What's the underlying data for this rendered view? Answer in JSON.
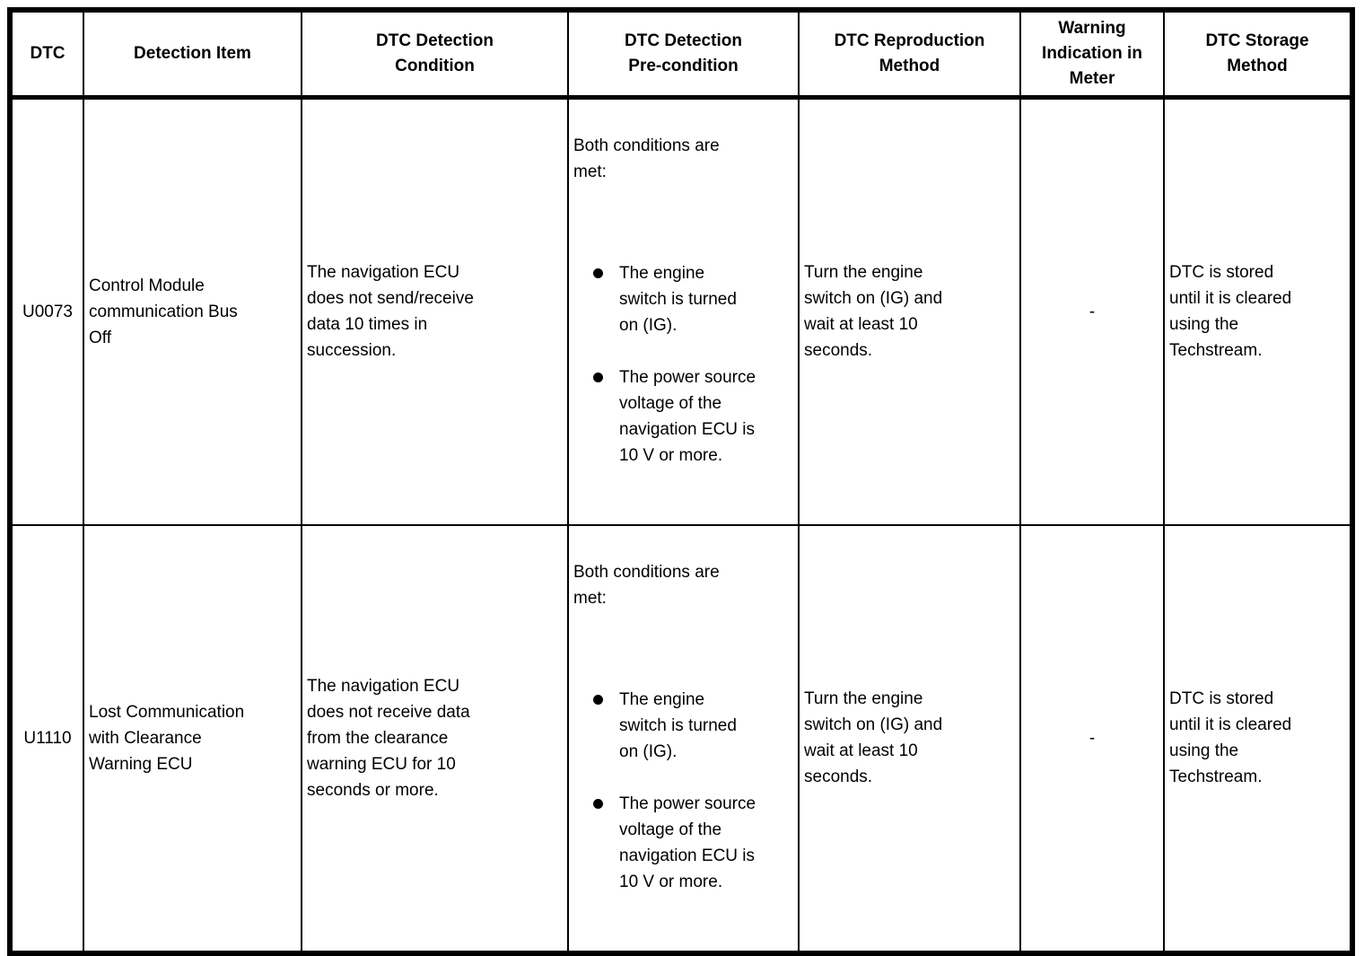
{
  "table": {
    "headers": [
      "DTC",
      "Detection Item",
      "DTC Detection\nCondition",
      "DTC Detection\nPre-condition",
      "DTC Reproduction\nMethod",
      "Warning\nIndication in\nMeter",
      "DTC Storage\nMethod"
    ],
    "rows": [
      {
        "dtc": "U0073",
        "detection_item": "Control Module\ncommunication Bus\nOff",
        "detection_condition": "The navigation ECU\ndoes not send/receive\ndata 10 times in\nsuccession.",
        "pre_condition_intro": "Both conditions are\nmet:",
        "pre_condition_bullets": [
          "The engine\nswitch is turned\non (IG).",
          "The power source\nvoltage of the\nnavigation ECU is\n10 V or more."
        ],
        "reproduction_method": "Turn the engine\nswitch on (IG) and\nwait at least 10\nseconds.",
        "warning_indication": "-",
        "storage_method": "DTC is stored\nuntil it is cleared\nusing the\nTechstream."
      },
      {
        "dtc": "U1110",
        "detection_item": "Lost Communication\nwith Clearance\nWarning ECU",
        "detection_condition": "The navigation ECU\ndoes not receive data\nfrom the clearance\nwarning ECU for 10\nseconds or more.",
        "pre_condition_intro": "Both conditions are\nmet:",
        "pre_condition_bullets": [
          "The engine\nswitch is turned\non (IG).",
          "The power source\nvoltage of the\nnavigation ECU is\n10 V or more."
        ],
        "reproduction_method": "Turn the engine\nswitch on (IG) and\nwait at least 10\nseconds.",
        "warning_indication": "-",
        "storage_method": "DTC is stored\nuntil it is cleared\nusing the\nTechstream."
      }
    ]
  }
}
